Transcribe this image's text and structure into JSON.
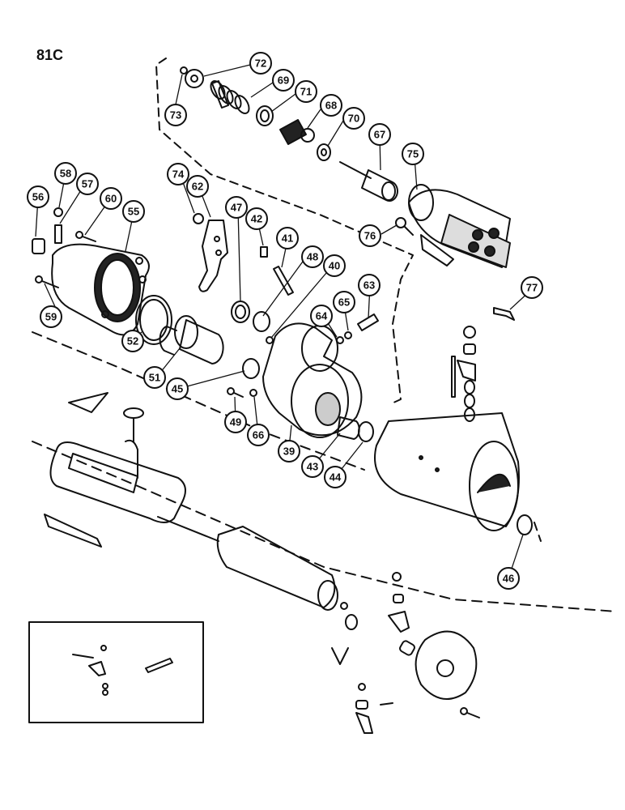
{
  "page_id": "81C",
  "callouts": [
    {
      "key": "c72",
      "label": "72"
    },
    {
      "key": "c73",
      "label": "73"
    },
    {
      "key": "c69",
      "label": "69"
    },
    {
      "key": "c71",
      "label": "71"
    },
    {
      "key": "c68",
      "label": "68"
    },
    {
      "key": "c70",
      "label": "70"
    },
    {
      "key": "c67",
      "label": "67"
    },
    {
      "key": "c75",
      "label": "75"
    },
    {
      "key": "c76",
      "label": "76"
    },
    {
      "key": "c74",
      "label": "74"
    },
    {
      "key": "c62",
      "label": "62"
    },
    {
      "key": "c47",
      "label": "47"
    },
    {
      "key": "c42",
      "label": "42"
    },
    {
      "key": "c41",
      "label": "41"
    },
    {
      "key": "c48",
      "label": "48"
    },
    {
      "key": "c40",
      "label": "40"
    },
    {
      "key": "c58",
      "label": "58"
    },
    {
      "key": "c57",
      "label": "57"
    },
    {
      "key": "c60",
      "label": "60"
    },
    {
      "key": "c56",
      "label": "56"
    },
    {
      "key": "c55",
      "label": "55"
    },
    {
      "key": "c59",
      "label": "59"
    },
    {
      "key": "c52",
      "label": "52"
    },
    {
      "key": "c51",
      "label": "51"
    },
    {
      "key": "c45",
      "label": "45"
    },
    {
      "key": "c64",
      "label": "64"
    },
    {
      "key": "c65",
      "label": "65"
    },
    {
      "key": "c63",
      "label": "63"
    },
    {
      "key": "c77",
      "label": "77"
    },
    {
      "key": "c49",
      "label": "49"
    },
    {
      "key": "c66",
      "label": "66"
    },
    {
      "key": "c39",
      "label": "39"
    },
    {
      "key": "c43",
      "label": "43"
    },
    {
      "key": "c44",
      "label": "44"
    },
    {
      "key": "c46",
      "label": "46"
    }
  ]
}
